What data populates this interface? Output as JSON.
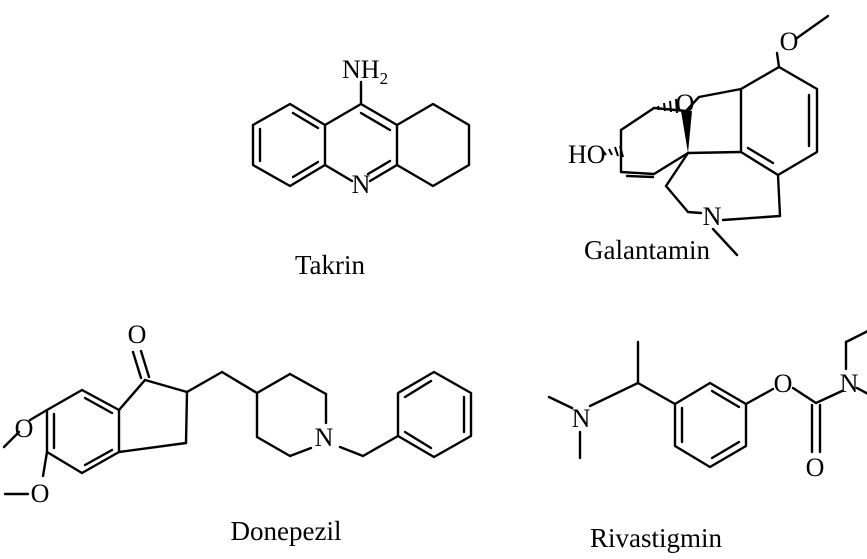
{
  "molecules": [
    {
      "name": "Takrin",
      "atoms": {
        "nh2": "NH",
        "nh2_sub": "2",
        "n": "N"
      }
    },
    {
      "name": "Galantamin",
      "atoms": {
        "o_methoxy": "O",
        "o_furan": "O",
        "ho": "HO",
        "n": "N"
      }
    },
    {
      "name": "Donepezil",
      "atoms": {
        "o_ketone": "O",
        "o_methoxy1": "O",
        "o_methoxy2": "O",
        "n": "N"
      }
    },
    {
      "name": "Rivastigmin",
      "atoms": {
        "n_amine": "N",
        "o_ester": "O",
        "n_carbamate": "N",
        "o_carbonyl": "O"
      }
    }
  ]
}
